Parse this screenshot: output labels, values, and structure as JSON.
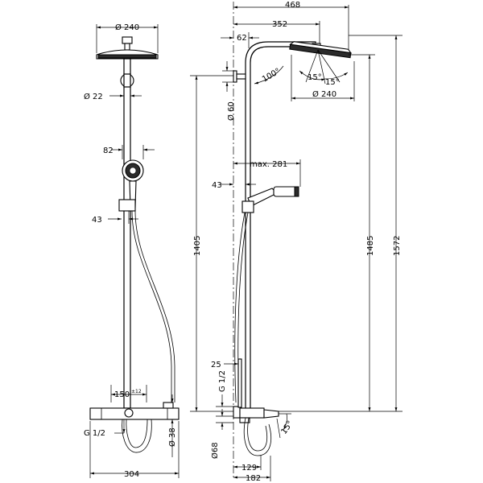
{
  "labels": {
    "front_head_diameter": "Ø 240",
    "front_pipe_diameter": "Ø 22",
    "front_handshower_width": "82",
    "front_holder_depth": "43",
    "front_thermostat_spacing": "150",
    "front_thermostat_spacing_tolerance": "±12",
    "front_connection_thread": "G 1/2",
    "front_outlet_diameter": "Ø 38",
    "front_overall_width": "304",
    "side_total_reach": "468",
    "side_arm_reach": "352",
    "side_arm_offset": "62",
    "side_arm_angle": "100°",
    "side_head_tilt_1": "15°",
    "side_head_tilt_2": "15°",
    "side_head_diameter": "Ø 240",
    "side_wall_bracket_diameter": "Ø 60",
    "side_handshower_max_reach": "max. 281",
    "side_holder_depth": "43",
    "side_height_1405": "1405",
    "side_height_1485": "1485",
    "side_height_1572": "1572",
    "side_connection_25": "25",
    "side_connection_thread": "G 1/2",
    "side_flange_diameter": "Ø68",
    "side_spout_angle": "15°",
    "side_depth_129": "129",
    "side_depth_182": "182"
  }
}
